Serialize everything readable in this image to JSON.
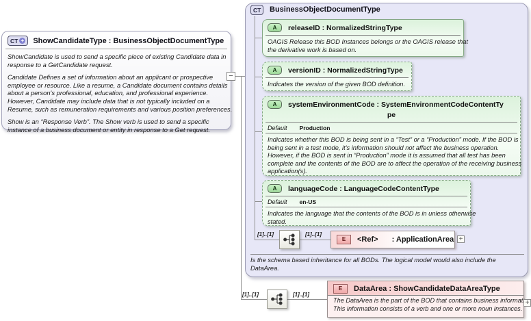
{
  "icons": {
    "minus": "−",
    "plus": "+"
  },
  "occurs": "[1]..[1]",
  "show_candidate_box": {
    "badge": "CT",
    "title": "ShowCandidateType : BusinessObjectDocumentType",
    "paragraphs": [
      [
        "ShowCandidate is used to send a specific piece of existing Candidate data in",
        "response to a GetCandidate request."
      ],
      [
        "Candidate  Defines a set of information about an applicant or prospective",
        "employee or resource. Like a resume, a Candidate document contains details",
        "about a person's professional, education, and professional experience.",
        "However, Candidate may include data that is not typically included on a",
        "Resume, such as remuneration requirements and various position preferences."
      ],
      [
        "Show is an “Response Verb”. The Show verb is used to send a specific",
        "instance of a business document or entity in response to a Get request."
      ]
    ]
  },
  "bod_panel": {
    "badge": "CT",
    "title": "BusinessObjectDocumentType",
    "attributes": [
      {
        "badge": "A",
        "title": "releaseID : NormalizedStringType",
        "doc": [
          "OAGIS Release this BOD Instances belongs or the OAGIS release that",
          "the derivative work is based on."
        ]
      },
      {
        "badge": "A",
        "title": "versionID : NormalizedStringType",
        "doc": [
          "Indicates the version of the given BOD definition."
        ]
      },
      {
        "badge": "A",
        "title_lines": [
          "systemEnvironmentCode : SystemEnvironmentCodeContentTy",
          "pe"
        ],
        "default_label": "Default",
        "default_value": "Production",
        "doc": [
          "Indicates whether this BOD is being sent in a “Test” or a “Production” mode. If the BOD is",
          "being sent in a test mode, it's information should not affect the business operation.",
          "However, if the BOD is sent in “Production” mode it is assumed that all test has been",
          "complete and the contents of the BOD are to affect the operation of the receiving business",
          "application(s)."
        ]
      },
      {
        "badge": "A",
        "title": "languageCode : LanguageCodeContentType",
        "default_label": "Default",
        "default_value": "en-US",
        "doc": [
          "Indicates the language that the contents of the BOD is in unless otherwise",
          "stated."
        ]
      }
    ],
    "application_area": {
      "badge": "E",
      "name": "<Ref>",
      "type_label": ": ApplicationArea"
    },
    "doc": [
      "Is the schema based inheritance for all BODs. The logical model would also include the",
      "DataArea."
    ]
  },
  "data_area": {
    "badge": "E",
    "title": "DataArea : ShowCandidateDataAreaType",
    "doc": [
      "The DataArea is the part of the BOD that contains business information.",
      "This information consists of a verb and one or more noun instances."
    ]
  }
}
